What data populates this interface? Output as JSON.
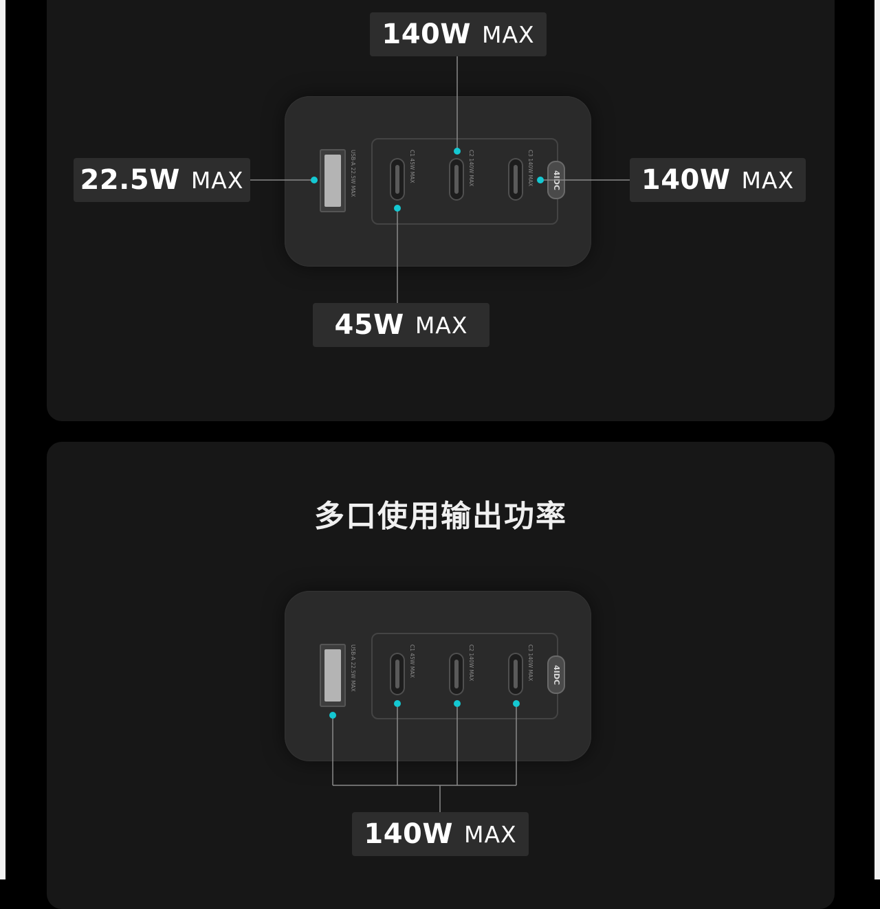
{
  "colors": {
    "background": "#000000",
    "panel": "#171717",
    "charger_body": "#2a2a2a",
    "callout_box": "#2d2d2d",
    "connector_dot": "#14c8d2",
    "connector_line": "#8a8a8a",
    "text": "#ffffff"
  },
  "ports": {
    "usb_a": {
      "text": "USB-A 22.5W MAX"
    },
    "c1": {
      "text": "C1 45W MAX"
    },
    "c2": {
      "text": "C2 140W MAX"
    },
    "c3": {
      "text": "C3 140W MAX"
    }
  },
  "logo": {
    "text": "4IDC"
  },
  "single_port": {
    "usb_a": {
      "watt": "22.5W",
      "max": "MAX"
    },
    "c1": {
      "watt": "45W",
      "max": "MAX"
    },
    "c2": {
      "watt": "140W",
      "max": "MAX"
    },
    "c3": {
      "watt": "140W",
      "max": "MAX"
    }
  },
  "multi_port": {
    "title": "多口使用输出功率",
    "total": {
      "watt": "140W",
      "max": "MAX"
    }
  }
}
